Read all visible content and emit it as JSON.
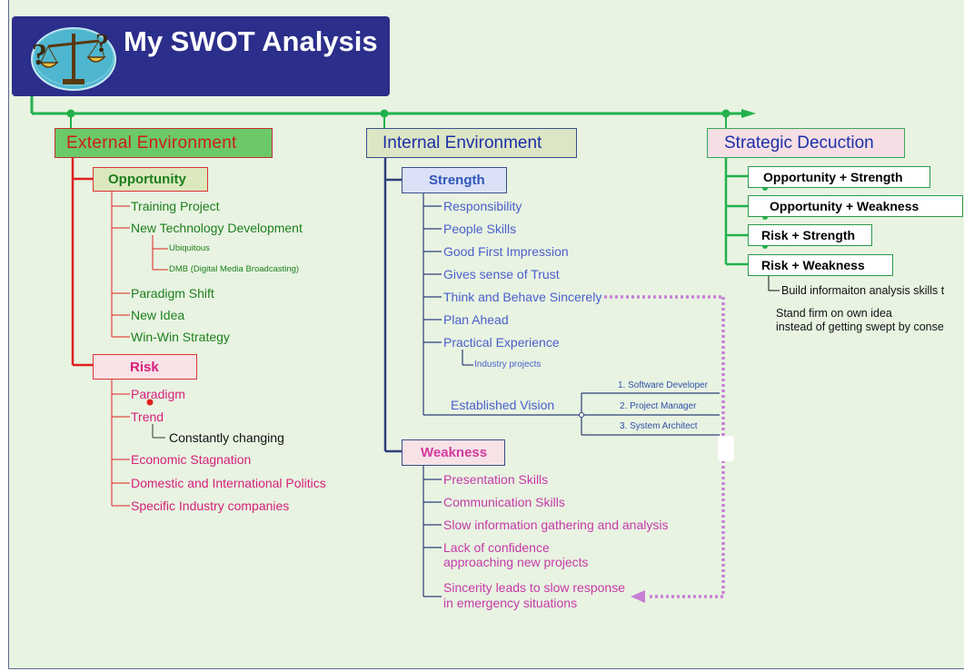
{
  "title": "My SWOT Analysis",
  "external": {
    "heading": "External  Environment",
    "opportunity": {
      "label": "Opportunity",
      "items": [
        "Training Project",
        "New Technology Development",
        "Paradigm Shift",
        "New Idea",
        "Win-Win Strategy"
      ],
      "tech_sub": [
        "Ubiquitous",
        "DMB  (Digital  Media  Broadcasting)"
      ]
    },
    "risk": {
      "label": "Risk",
      "items": [
        "Paradigm",
        "Trend",
        "Economic Stagnation",
        "Domestic and International Politics",
        "Specific Industry companies"
      ],
      "trend_sub": "Constantly changing"
    }
  },
  "internal": {
    "heading": "Internal  Environment",
    "strength": {
      "label": "Strength",
      "items": [
        "Responsibility",
        "People Skills",
        "Good First Impression",
        "Gives sense of Trust",
        "Think and Behave Sincerely",
        "Plan Ahead",
        "Practical Experience"
      ],
      "experience_sub": "Industry  projects",
      "vision_label": "Established Vision",
      "vision_items": [
        "1. Software Developer",
        "2.  Project  Manager",
        "3.  System Architect"
      ]
    },
    "weakness": {
      "label": "Weakness",
      "items": [
        "Presentation Skills",
        "Communication Skills",
        "Slow information gathering and analysis"
      ],
      "confidence_lines": [
        "Lack of confidence",
        "approaching new projects"
      ],
      "sincerity_lines": [
        "Sincerity leads to slow response",
        "in emergency situations"
      ]
    }
  },
  "strategic": {
    "heading": "Strategic  Decuction",
    "items": [
      "Opportunity  +  Strength",
      "Opportunity  +  Weakness",
      "Risk  +  Strength",
      "Risk  +  Weakness"
    ],
    "notes": [
      "Build informaiton analysis skills t",
      "Stand firm on own idea",
      "instead of getting swept by conse"
    ]
  },
  "colors": {
    "timeline": "#22b14c",
    "external_branch": "#e02020",
    "internal_branch": "#2d3f7a",
    "dotted_link": "#c77fd6"
  },
  "icons": [
    "scales-icon",
    "question-mark-icon"
  ]
}
